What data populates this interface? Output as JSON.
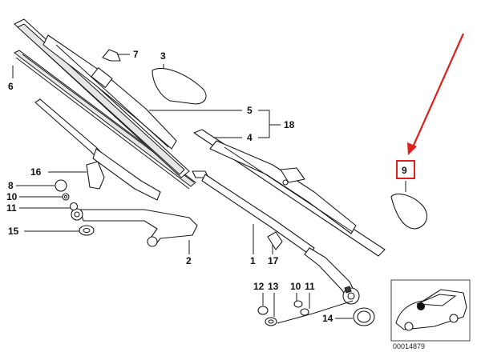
{
  "diagram": {
    "callouts": {
      "c1": "1",
      "c2": "2",
      "c3": "3",
      "c4": "4",
      "c5": "5",
      "c6": "6",
      "c7": "7",
      "c8": "8",
      "c9": "9",
      "c10a": "10",
      "c10b": "10",
      "c11a": "11",
      "c11b": "11",
      "c12": "12",
      "c13": "13",
      "c14": "14",
      "c15": "15",
      "c16": "16",
      "c17": "17",
      "c18": "18"
    },
    "inset": {
      "doc_number": "00014879"
    },
    "highlight": {
      "target_callout": "9",
      "color": "#e0201c"
    }
  }
}
